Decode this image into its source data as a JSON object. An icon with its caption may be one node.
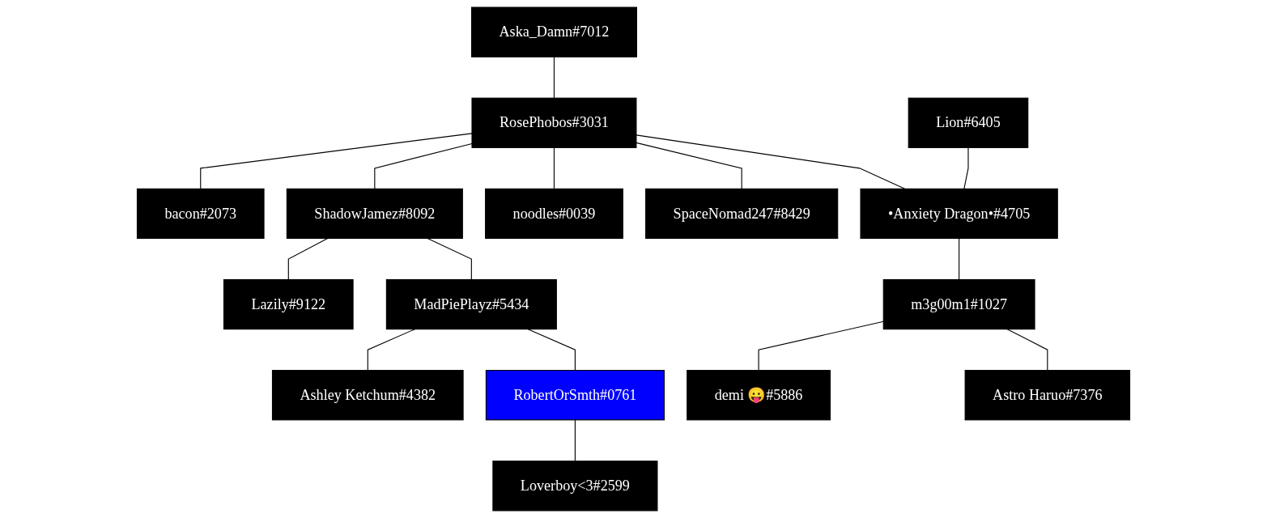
{
  "diagram": {
    "nodes": [
      {
        "text": [
          "Aska_Damn#7012"
        ]
      },
      {
        "text": [
          "RosePhobos#3031"
        ]
      },
      {
        "text": [
          "bacon#2073"
        ]
      },
      {
        "text": [
          "ShadowJamez#8092"
        ]
      },
      {
        "text": [
          "Lazily#9122"
        ]
      },
      {
        "text": [
          "noodles#0039"
        ]
      },
      {
        "text": [
          "SpaceNomad247#8429"
        ]
      },
      {
        "text": [
          "Lion#6405"
        ]
      },
      {
        "text": [
          "•Anxiety Dragon•#4705"
        ]
      },
      {
        "text": [
          "MadPiePlayz#5434"
        ]
      },
      {
        "text": [
          "m3g00m1#1027"
        ]
      },
      {
        "text": [
          "demi 😛#5886"
        ]
      },
      {
        "text": [
          "Ashley Ketchum#4382"
        ]
      },
      {
        "text": [
          "RobertOrSmth#0761"
        ]
      },
      {
        "text": [
          "Loverboy<3#2599"
        ]
      },
      {
        "text": [
          "Astro Haruo#7376"
        ]
      }
    ],
    "edges": [
      {
        "from": 0,
        "to": 1,
        "arrow": "none"
      },
      {
        "from": 1,
        "to": 2,
        "arrow": "none"
      },
      {
        "from": 1,
        "to": 3,
        "arrow": "none"
      },
      {
        "from": 1,
        "to": 5,
        "arrow": "none"
      },
      {
        "from": 1,
        "to": 6,
        "arrow": "none"
      },
      {
        "from": 1,
        "to": 8,
        "arrow": "none"
      },
      {
        "from": 3,
        "to": 4,
        "arrow": "none"
      },
      {
        "from": 7,
        "to": 8,
        "arrow": "none"
      },
      {
        "from": 3,
        "to": 9,
        "arrow": "none"
      },
      {
        "from": 8,
        "to": 10,
        "arrow": "none"
      },
      {
        "from": 10,
        "to": 11,
        "arrow": "none"
      },
      {
        "from": 9,
        "to": 12,
        "arrow": "none"
      },
      {
        "from": 9,
        "to": 13,
        "arrow": "none"
      },
      {
        "from": 13,
        "to": 14,
        "arrow": "none"
      },
      {
        "from": 10,
        "to": 15,
        "arrow": "none"
      }
    ]
  }
}
